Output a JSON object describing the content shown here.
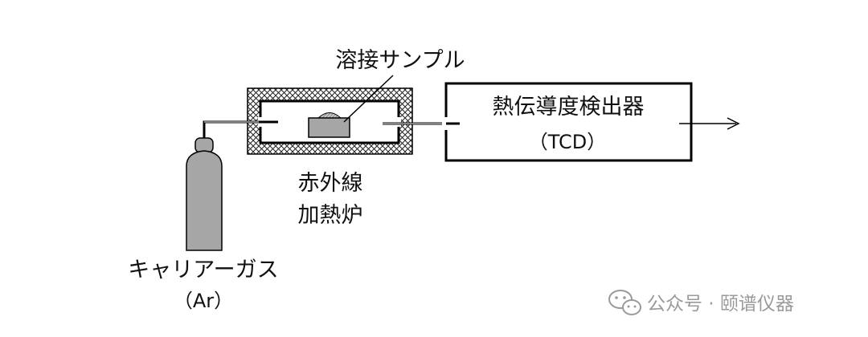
{
  "labels": {
    "sample": "溶接サンプル",
    "detector": "熱伝導度検出器",
    "detector_abbr": "（TCD）",
    "furnace_line1": "赤外線",
    "furnace_line2": "加熱炉",
    "carrier_gas": "キャリアーガス",
    "carrier_gas_formula": "（Ar）"
  },
  "watermark": {
    "text": "公众号 · 颐谱仪器",
    "icon": "wechat-icon"
  },
  "colors": {
    "line": "#000000",
    "cylinder": "#a6a6a6",
    "sample": "#a6a6a6",
    "watermark": "#9a9a9a"
  }
}
